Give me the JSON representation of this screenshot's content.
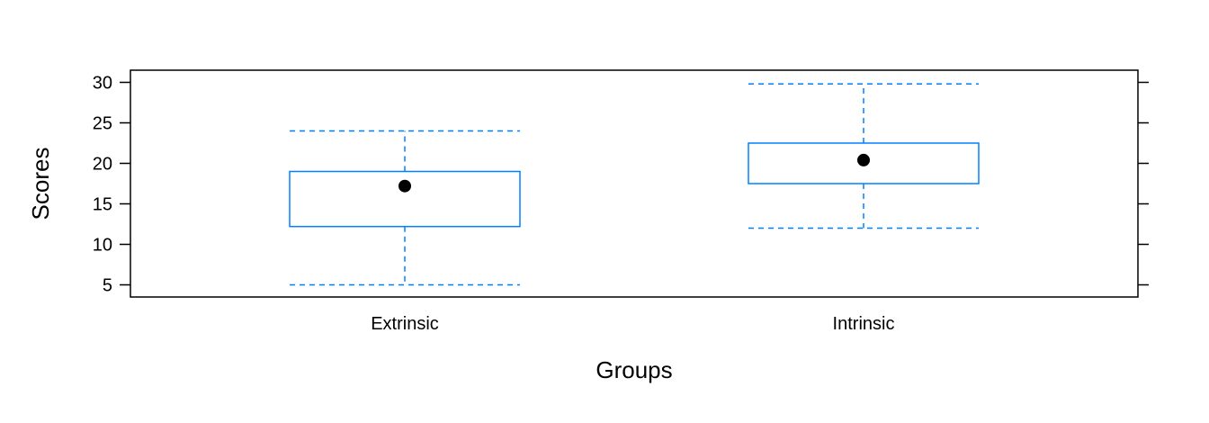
{
  "chart_data": {
    "type": "boxplot",
    "title": "",
    "xlabel": "Groups",
    "ylabel": "Scores",
    "ylim": [
      3.5,
      31.5
    ],
    "yticks": [
      5,
      10,
      15,
      20,
      25,
      30
    ],
    "grid": false,
    "legend": "none",
    "box_color": "#0080ff",
    "median_dot_color": "#000000",
    "categories": [
      "Extrinsic",
      "Intrinsic"
    ],
    "boxes": [
      {
        "category": "Extrinsic",
        "whisker_low": 5,
        "q1": 12.2,
        "median": 17.2,
        "q3": 19,
        "whisker_high": 24
      },
      {
        "category": "Intrinsic",
        "whisker_low": 12,
        "q1": 17.5,
        "median": 20.4,
        "q3": 22.5,
        "whisker_high": 29.8
      }
    ]
  }
}
